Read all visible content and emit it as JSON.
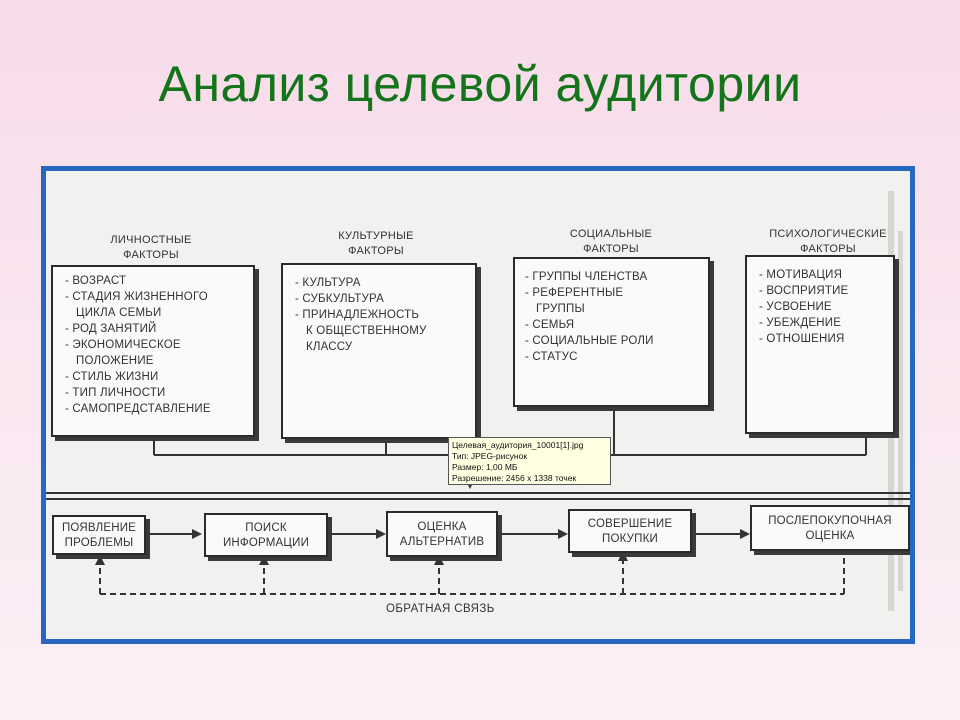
{
  "slide": {
    "title": "Анализ целевой аудитории"
  },
  "factors": [
    {
      "title": [
        "ЛИЧНОСТНЫЕ",
        "ФАКТОРЫ"
      ],
      "items": [
        {
          "text": "- ВОЗРАСТ",
          "cont": false
        },
        {
          "text": "- СТАДИЯ ЖИЗНЕННОГО",
          "cont": false
        },
        {
          "text": "ЦИКЛА СЕМЬИ",
          "cont": true
        },
        {
          "text": "- РОД ЗАНЯТИЙ",
          "cont": false
        },
        {
          "text": "- ЭКОНОМИЧЕСКОЕ",
          "cont": false
        },
        {
          "text": "ПОЛОЖЕНИЕ",
          "cont": true
        },
        {
          "text": "- СТИЛЬ ЖИЗНИ",
          "cont": false
        },
        {
          "text": "- ТИП ЛИЧНОСТИ",
          "cont": false
        },
        {
          "text": "- САМОПРЕДСТАВЛЕНИЕ",
          "cont": false
        }
      ]
    },
    {
      "title": [
        "КУЛЬТУРНЫЕ",
        "ФАКТОРЫ"
      ],
      "items": [
        {
          "text": "- КУЛЬТУРА",
          "cont": false
        },
        {
          "text": "- СУБКУЛЬТУРА",
          "cont": false
        },
        {
          "text": "- ПРИНАДЛЕЖНОСТЬ",
          "cont": false
        },
        {
          "text": "К ОБЩЕСТВЕННОМУ",
          "cont": true
        },
        {
          "text": "КЛАССУ",
          "cont": true
        }
      ]
    },
    {
      "title": [
        "СОЦИАЛЬНЫЕ",
        "ФАКТОРЫ"
      ],
      "items": [
        {
          "text": "- ГРУППЫ ЧЛЕНСТВА",
          "cont": false
        },
        {
          "text": "- РЕФЕРЕНТНЫЕ",
          "cont": false
        },
        {
          "text": "ГРУППЫ",
          "cont": true
        },
        {
          "text": "- СЕМЬЯ",
          "cont": false
        },
        {
          "text": "- СОЦИАЛЬНЫЕ РОЛИ",
          "cont": false
        },
        {
          "text": "- СТАТУС",
          "cont": false
        }
      ]
    },
    {
      "title": [
        "ПСИХОЛОГИЧЕСКИЕ",
        "ФАКТОРЫ"
      ],
      "items": [
        {
          "text": "- МОТИВАЦИЯ",
          "cont": false
        },
        {
          "text": "- ВОСПРИЯТИЕ",
          "cont": false
        },
        {
          "text": "- УСВОЕНИЕ",
          "cont": false
        },
        {
          "text": "- УБЕЖДЕНИЕ",
          "cont": false
        },
        {
          "text": "- ОТНОШЕНИЯ",
          "cont": false
        }
      ]
    }
  ],
  "steps": [
    [
      "ПОЯВЛЕНИЕ",
      "ПРОБЛЕМЫ"
    ],
    [
      "ПОИСК",
      "ИНФОРМАЦИИ"
    ],
    [
      "ОЦЕНКА",
      "АЛЬТЕРНАТИВ"
    ],
    [
      "СОВЕРШЕНИЕ",
      "ПОКУПКИ"
    ],
    [
      "ПОСЛЕПОКУПОЧНАЯ",
      "ОЦЕНКА"
    ]
  ],
  "feedback_label": "ОБРАТНАЯ СВЯЗЬ",
  "tooltip": {
    "lines": [
      "Целевая_аудитория_10001[1].jpg",
      "Тип: JPEG-рисунок",
      "Размер: 1,00 МБ",
      "Разрешение: 2456 x 1338 точек"
    ]
  },
  "colors": {
    "title": "#13741a",
    "frame_border": "#2667bf",
    "background": "#f7dbe9"
  }
}
